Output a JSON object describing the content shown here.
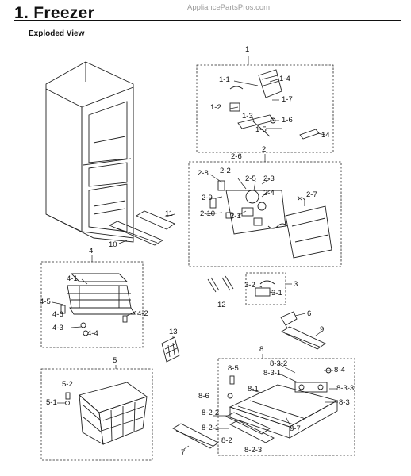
{
  "header": {
    "title": "1.  Freezer",
    "watermark": "AppliancePartsPros.com",
    "subtitle": "Exploded View"
  },
  "callouts": {
    "p1": "1",
    "p1_1": "1-1",
    "p1_2": "1-2",
    "p1_3": "1-3",
    "p1_4": "1-4",
    "p1_5": "1-5",
    "p1_6": "1-6",
    "p1_7": "1-7",
    "p14": "14",
    "p2": "2",
    "p2_1": "2-1",
    "p2_2": "2-2",
    "p2_3": "2-3",
    "p2_4": "2-4",
    "p2_5": "2-5",
    "p2_6": "2-6",
    "p2_7": "2-7",
    "p2_8": "2-8",
    "p2_9": "2-9",
    "p2_10": "2-10",
    "p11": "11",
    "p10": "10",
    "p4": "4",
    "p4_1": "4-1",
    "p4_2": "4-2",
    "p4_3": "4-3",
    "p4_4": "4-4",
    "p4_5": "4-5",
    "p4_6": "4-6",
    "p3": "3",
    "p3_1": "3-1",
    "p3_2": "3-2",
    "p12": "12",
    "p6": "6",
    "p9": "9",
    "p13": "13",
    "p8": "8",
    "p8_1": "8-1",
    "p8_2": "8-2",
    "p8_2_1": "8-2-1",
    "p8_2_2": "8-2-2",
    "p8_2_3": "8-2-3",
    "p8_3": "8-3",
    "p8_3_1": "8-3-1",
    "p8_3_2": "8-3-2",
    "p8_3_3": "8-3-3",
    "p8_4": "8-4",
    "p8_5": "8-5",
    "p8_6": "8-6",
    "p8_7": "8-7",
    "p5": "5",
    "p5_1": "5-1",
    "p5_2": "5-2",
    "p7": "7"
  }
}
